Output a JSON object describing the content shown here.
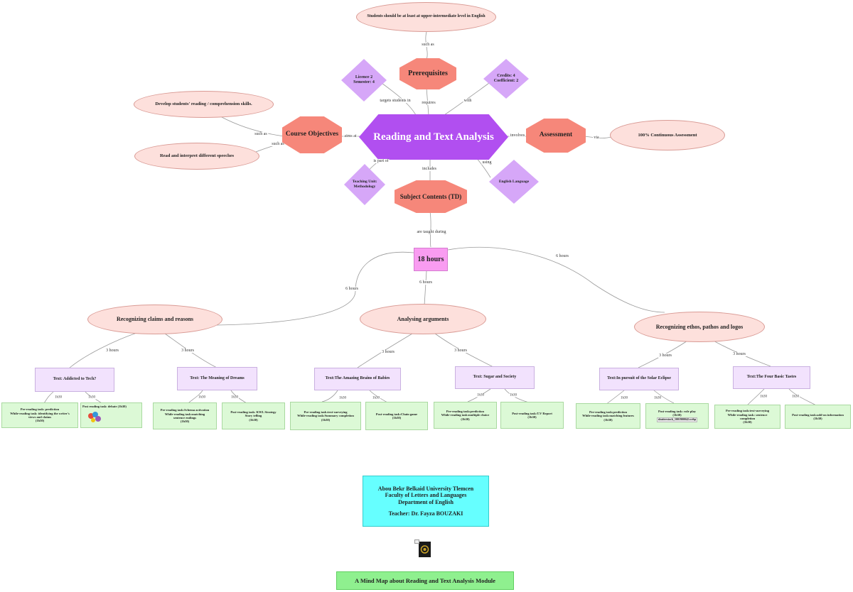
{
  "center": {
    "title": "Reading and Text Analysis"
  },
  "prereq": {
    "node": "Prerequisites",
    "detail": "Students should be at least at upper-intermediate level in English",
    "link_such_as": "such as",
    "link_requires": "requires"
  },
  "licence": {
    "line1": "Licence 2",
    "line2": "Semester: 4",
    "link": "targets students in"
  },
  "credits": {
    "line1": "Credits: 4",
    "line2": "Coefficient: 2",
    "link": "with"
  },
  "objectives": {
    "node": "Course Objectives",
    "link_aims": "aims at",
    "item1": "Develop students' reading / comprehension skills.",
    "item2": "Read and interpret different speeches",
    "link_such_as1": "such as",
    "link_such_as2": "such as"
  },
  "assessment": {
    "node": "Assessment",
    "link_involves": "involves",
    "link_via": "via",
    "detail": "100% Continuous Assessment"
  },
  "teaching_unit": {
    "line1": "Teaching Unit:",
    "line2": "Methodology",
    "link": "is part of"
  },
  "english": {
    "label": "English Language",
    "link": "using"
  },
  "contents": {
    "node": "Subject Contents (TD)",
    "link_includes": "includes",
    "link_taught": "are taught during"
  },
  "hours": {
    "node": "18 hours",
    "link_left": "6 hours",
    "link_mid": "6 hours",
    "link_right": "6 hours"
  },
  "topics": [
    {
      "title": "Recognizing claims and reasons"
    },
    {
      "title": "Analysing arguments"
    },
    {
      "title": "Recognizing ethos, pathos and logos"
    }
  ],
  "hours3": "3 hours",
  "hours1h30": "1h30",
  "texts": [
    {
      "title": "Text: Addicted to Tech?"
    },
    {
      "title": "Text: The Meaning of Dreams"
    },
    {
      "title": "Text:The Amazing Brains of Babies"
    },
    {
      "title": "Text: Sugar and Society"
    },
    {
      "title": "Text:In pursuit of the Solar Eclipse"
    },
    {
      "title": "Text:The Four Basic Tastes"
    }
  ],
  "tasks": [
    {
      "l1": "Pre-reading task: prediction",
      "l2": "While-reading task: identifying the writer's",
      "l3": "views and claims",
      "l4": "(1h30)"
    },
    {
      "l1": "Post reading task: debate  (1h30)"
    },
    {
      "l1": "Pre-reading task:Schema activation",
      "l2": "While-reading task:matching",
      "l3": "sentence endings",
      "l4": "(1h30)"
    },
    {
      "l1": "Post-reading task: KWL Strategy",
      "l2": "Story telling",
      "l3": "(1h30)"
    },
    {
      "l1": "Pre-reading task:text-surveying",
      "l2": "While-reading task:Summary completion",
      "l3": "(1h30)"
    },
    {
      "l1": "Post-reading task:Chain game",
      "l2": "(1h30)"
    },
    {
      "l1": "Pre-reading task:prediction",
      "l2": "While-reading task:multiple choice",
      "l3": "(1h30)"
    },
    {
      "l1": "Post-reading task:T.V Report",
      "l2": "(1h30)"
    },
    {
      "l1": "Pre-reading task:prediction",
      "l2": "While-reading task:matching features",
      "l3": "(1h30)"
    },
    {
      "l1": "Post-reading task: role play",
      "l2": "(1h30)",
      "file": "shutterstock_1001900042.webp"
    },
    {
      "l1": "Pre-reading task:text-surveying",
      "l2": "While-reading task: sentence",
      "l3": "completion",
      "l4": "(1h30)"
    },
    {
      "l1": "Post-reading task:add-on information",
      "l2": "(1h30)"
    }
  ],
  "university": {
    "l1": "Abou Bekr Belkaid University Tlemcen",
    "l2": "Faculty of Letters and Languages",
    "l3": "Department of English",
    "l4": "Teacher: Dr. Fayza BOUZAKI"
  },
  "footer": "A Mind Map about Reading and Text Analysis Module",
  "colors": {
    "ellipse": "#fde0dc",
    "octagon": "#f6877a",
    "hexagon": "#b14ff0",
    "diamond": "#d6a7f8",
    "pink_box": "#f99cf1",
    "lavender": "#f2e2fd",
    "green": "#dcf9d6",
    "cyan": "#66ffff",
    "mint": "#8ff08f"
  }
}
